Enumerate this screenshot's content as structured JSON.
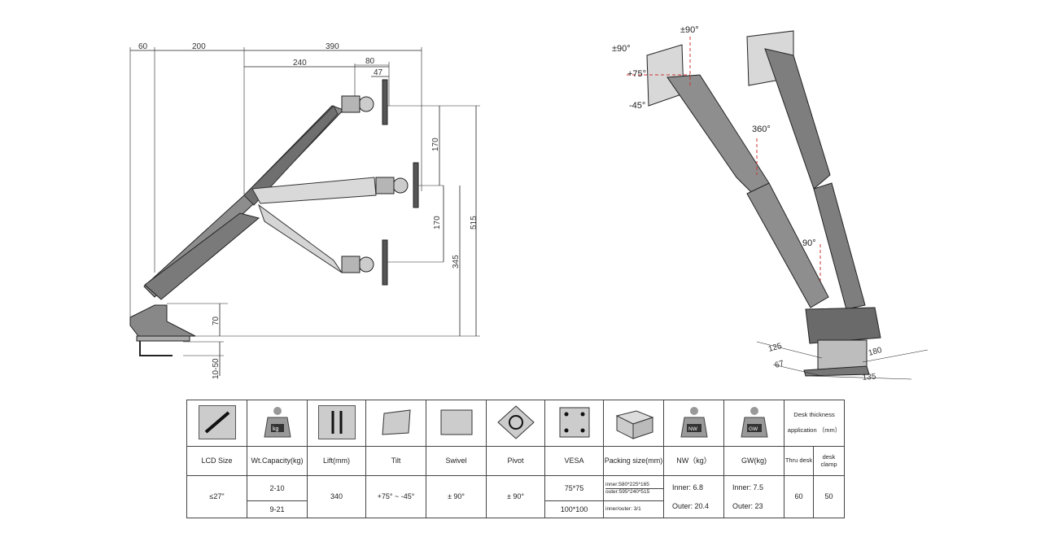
{
  "dimensions": {
    "d60": "60",
    "d200": "200",
    "d390": "390",
    "d240": "240",
    "d80": "80",
    "d47": "47",
    "d170a": "170",
    "d170b": "170",
    "d515": "515",
    "d345": "345",
    "d70": "70",
    "d1050": "10-50"
  },
  "angles": {
    "pm90_top": "±90°",
    "pm90_left": "±90°",
    "p75": "+75°",
    "m45": "-45°",
    "r360": "360°",
    "r90": "90°"
  },
  "base_dims": {
    "d125": "125",
    "d67": "67",
    "d180": "180",
    "d135": "135"
  },
  "icons": {
    "gw_weight": "GW",
    "nw_weight": "NW",
    "kg_weight": "kg"
  },
  "table": {
    "desk_header_line1": "Desk thickness",
    "desk_header_line2": "application （mm）",
    "labels": {
      "lcd": "LCD Size",
      "wt": "Wt.Capacity(kg)",
      "lift": "Lift(mm)",
      "tilt": "Tilt",
      "swivel": "Swivel",
      "pivot": "Pivot",
      "vesa": "VESA",
      "packing": "Packing size(mm)",
      "nw": "NW（kg）",
      "gw": "GW(kg)",
      "thru": "Thru desk",
      "clamp": "desk clamp"
    },
    "values": {
      "lcd": "≤27\"",
      "wt1": "2-10",
      "wt2": "9-21",
      "lift": "340",
      "tilt": "+75° ~ -45°",
      "swivel": "± 90°",
      "pivot": "± 90°",
      "vesa1": "75*75",
      "vesa2": "100*100",
      "pack1": "inner:580*225*165",
      "pack2": "outer:595*240*515",
      "pack3": "inner/outer:  3/1",
      "nw1": "Inner:  6.8",
      "nw2": "Outer: 20.4",
      "gw1": "Inner:  7.5",
      "gw2": "Outer: 23",
      "thru": "60",
      "clamp": "50"
    }
  }
}
